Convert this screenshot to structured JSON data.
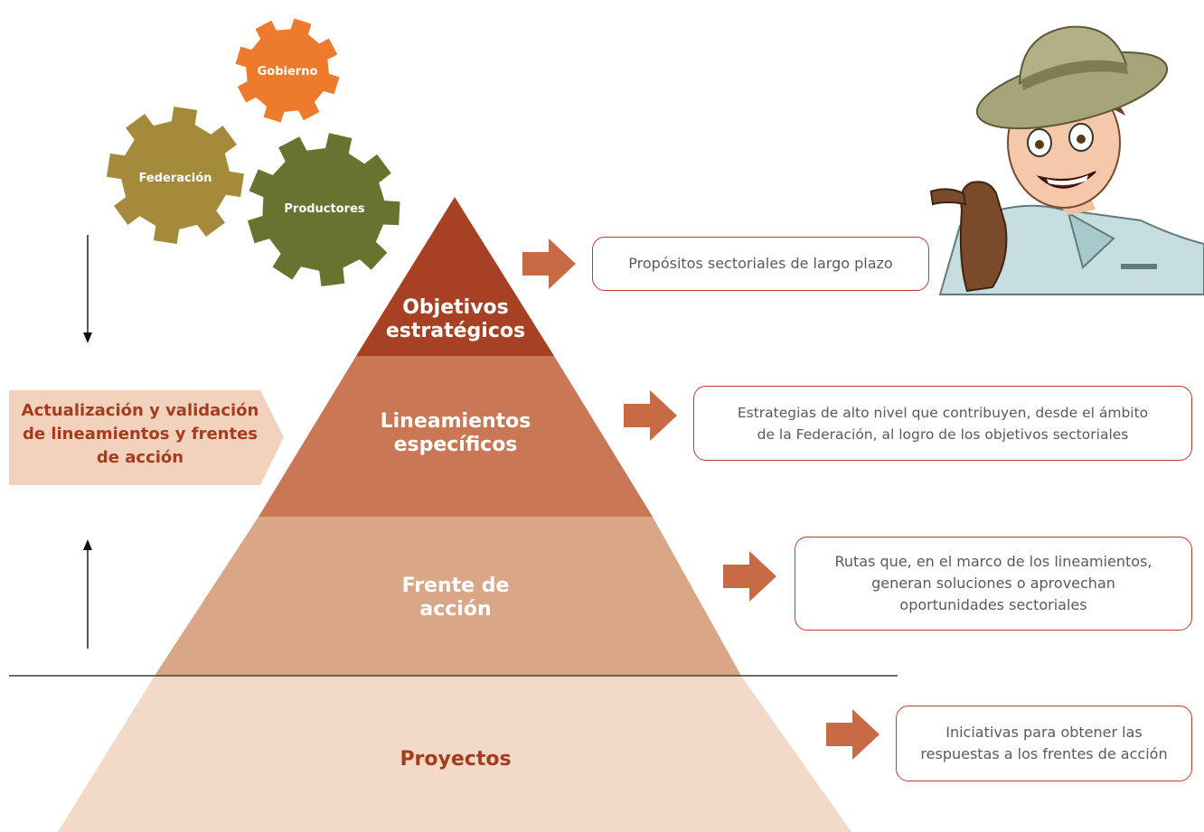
{
  "gears": {
    "gobierno": "Gobierno",
    "federacion": "Federación",
    "productores": "Productores"
  },
  "side_label": {
    "line1": "Actualización y validación",
    "line2": "de lineamientos y frentes",
    "line3": "de acción"
  },
  "levels": {
    "objetivos": {
      "line1": "Objetivos",
      "line2": "estratégicos"
    },
    "lineamientos": {
      "line1": "Lineamientos",
      "line2": "específicos"
    },
    "frente": {
      "line1": "Frente de",
      "line2": "acción"
    },
    "proyectos": {
      "line1": "Proyectos"
    }
  },
  "descriptions": {
    "objetivos": {
      "line1": "Propósitos sectoriales de largo plazo"
    },
    "lineamientos": {
      "line1": "Estrategias de alto nivel que contribuyen, desde el ámbito",
      "line2": "de la Federación, al logro de los objetivos sectoriales"
    },
    "frente": {
      "line1": "Rutas que, en el marco de los lineamientos,",
      "line2": "generan soluciones o aprovechan",
      "line3": "oportunidades sectoriales"
    },
    "proyectos": {
      "line1": "Iniciativas para obtener las",
      "line2": "respuestas a los frentes de acción"
    }
  },
  "colors": {
    "level1": "#a84124",
    "level2": "#c97754",
    "level3": "#d9a787",
    "level4": "#f2d6c5",
    "arrow": "#c86a45",
    "gear_gobierno": "#ee7a2c",
    "gear_federacion": "#a58a3c",
    "gear_productores": "#6a7230"
  }
}
